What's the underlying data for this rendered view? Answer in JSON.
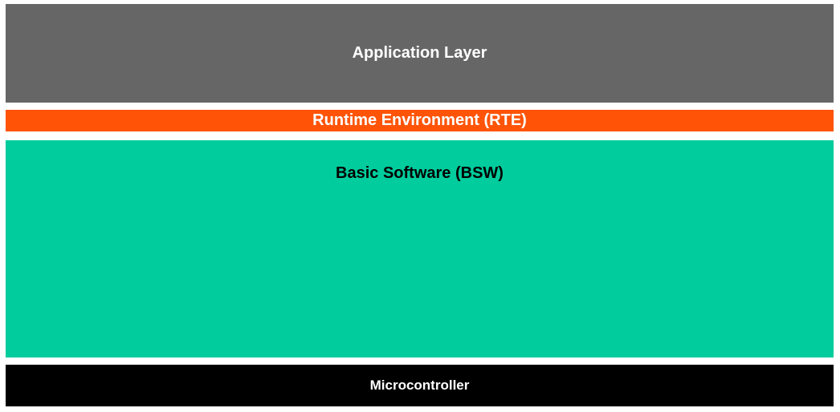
{
  "layers": {
    "application": {
      "label": "Application Layer",
      "bg": "#666666",
      "fg": "#ffffff"
    },
    "rte": {
      "label": "Runtime Environment (RTE)",
      "bg": "#ff5408",
      "fg": "#ffffff"
    },
    "bsw": {
      "label": "Basic Software (BSW)",
      "bg": "#00cc9d",
      "fg": "#000000"
    },
    "microcontroller": {
      "label": "Microcontroller",
      "bg": "#000000",
      "fg": "#ffffff"
    }
  }
}
